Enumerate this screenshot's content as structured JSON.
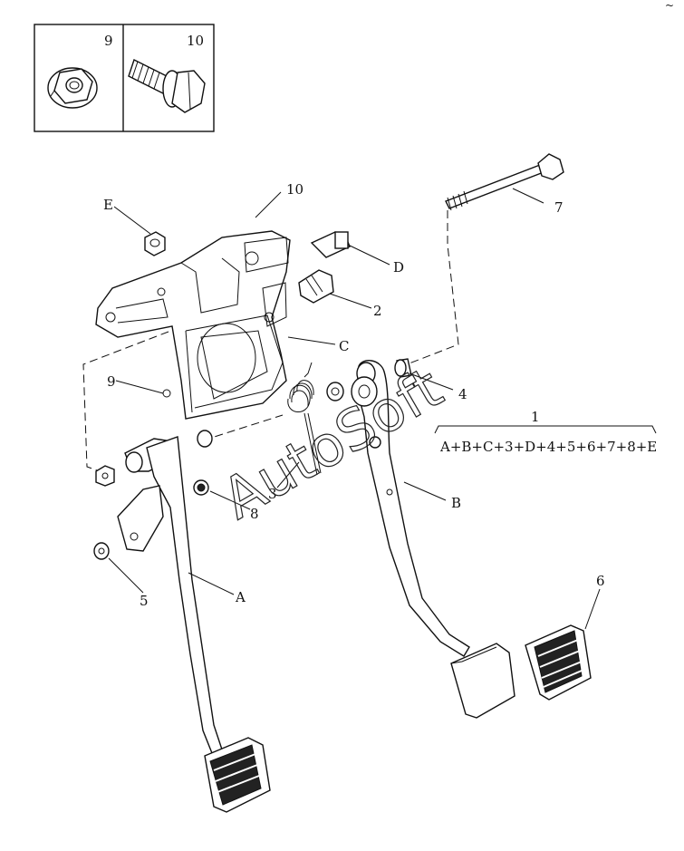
{
  "inset": {
    "labels": [
      "9",
      "10"
    ]
  },
  "callouts": {
    "E": "E",
    "10": "10",
    "7": "7",
    "D": "D",
    "2": "2",
    "C": "C",
    "9": "9",
    "4": "4",
    "1": "1",
    "formula": "A+B+C+3+D+4+5+6+7+8+E",
    "B": "B",
    "3": "3",
    "8": "8",
    "5": "5",
    "A": "A",
    "6": "6"
  },
  "watermark": "AutoSoft",
  "corner_mark": "~"
}
